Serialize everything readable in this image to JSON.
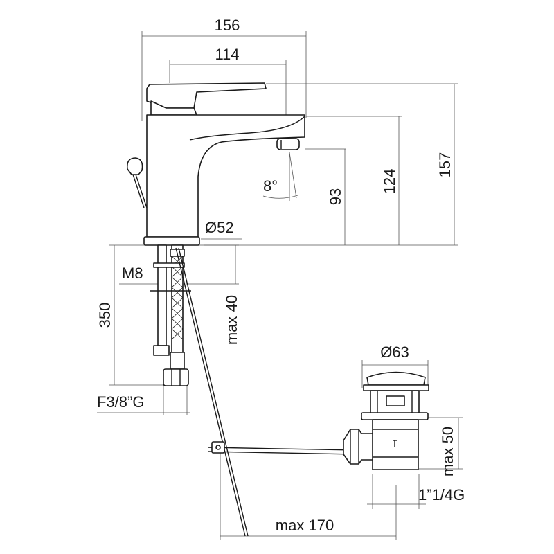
{
  "dimensions": {
    "width_overall": "156",
    "width_body": "114",
    "height_total": "157",
    "height_spout_top": "124",
    "height_spout_outlet": "93",
    "spout_angle": "8°",
    "base_diameter": "Ø52",
    "thread": "M8",
    "hose_length": "350",
    "max_deck_thickness": "max 40",
    "hose_connection": "F3/8”G",
    "waste_diameter": "Ø63",
    "waste_max_depth": "max 50",
    "waste_thread": "1”1/4G",
    "rod_max_length": "max 170"
  }
}
